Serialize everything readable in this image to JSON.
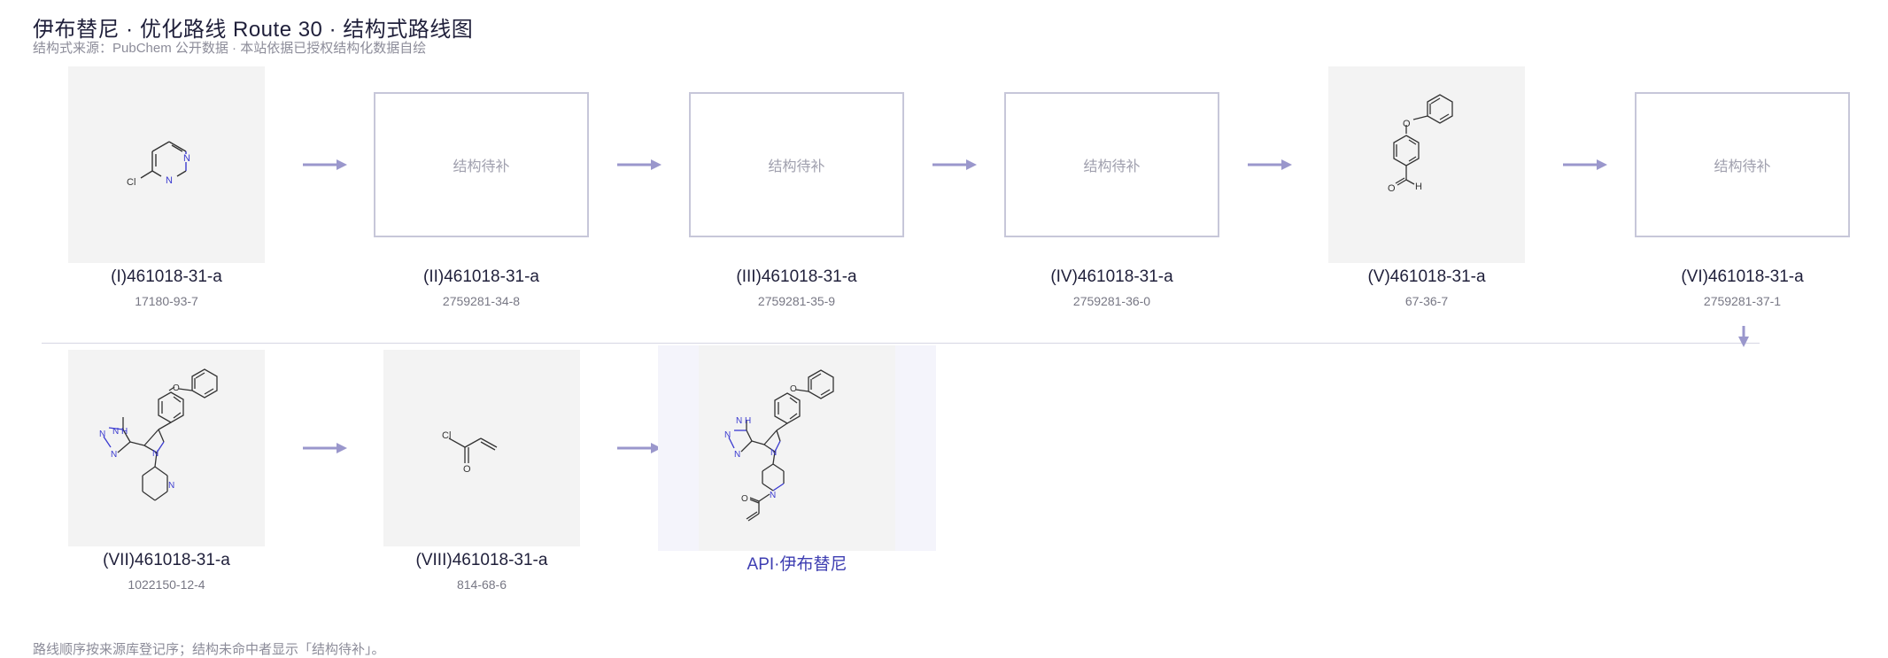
{
  "header": {
    "title": "伊布替尼 · 优化路线 Route 30 · 结构式路线图",
    "source_note": "结构式来源：PubChem 公开数据 · 本站依据已授权结构化数据自绘"
  },
  "nodes": [
    {
      "label": "(I)461018-31-a",
      "cas": "17180-93-7",
      "structure": "drawn"
    },
    {
      "label": "(II)461018-31-a",
      "cas": "2759281-34-8",
      "structure": "placeholder",
      "placeholder_text": "结构待补"
    },
    {
      "label": "(III)461018-31-a",
      "cas": "2759281-35-9",
      "structure": "placeholder",
      "placeholder_text": "结构待补"
    },
    {
      "label": "(IV)461018-31-a",
      "cas": "2759281-36-0",
      "structure": "placeholder",
      "placeholder_text": "结构待补"
    },
    {
      "label": "(V)461018-31-a",
      "cas": "67-36-7",
      "structure": "drawn"
    },
    {
      "label": "(VI)461018-31-a",
      "cas": "2759281-37-1",
      "structure": "placeholder",
      "placeholder_text": "结构待补"
    },
    {
      "label": "(VII)461018-31-a",
      "cas": "1022150-12-4",
      "structure": "drawn"
    },
    {
      "label": "(VIII)461018-31-a",
      "cas": "814-68-6",
      "structure": "drawn"
    }
  ],
  "api": {
    "label": "API·伊布替尼"
  },
  "atoms": {
    "cl": "Cl",
    "n": "N",
    "o": "O",
    "h": "H",
    "nh": "N",
    "nh_h": "H"
  },
  "footnote": "路线顺序按来源库登记序；结构未命中者显示「结构待补」。",
  "colors": {
    "arrow": "#9a97cc",
    "nitrogen": "#3a3ad0",
    "api_label": "#3e3eb2",
    "placeholder_border": "#c7c7d9"
  }
}
